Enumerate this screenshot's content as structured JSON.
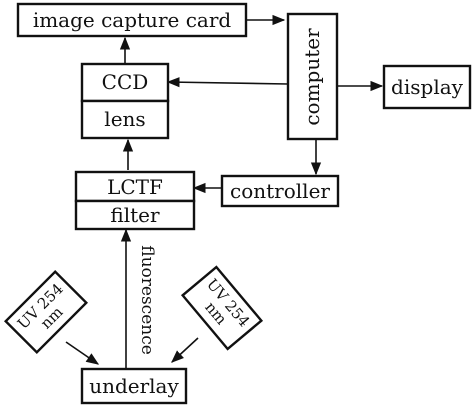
{
  "diagram": {
    "nodes": {
      "image_capture_card": "image capture card",
      "computer": "computer",
      "display": "display",
      "ccd": "CCD",
      "lens": "lens",
      "lctf": "LCTF",
      "filter": "filter",
      "controller": "controller",
      "uv_left": "UV 254 nm",
      "uv_right": "UV 254 nm",
      "underlay": "underlay"
    },
    "labels": {
      "fluorescence": "fluorescence"
    },
    "colors": {
      "stroke": "#111111",
      "background": "#ffffff"
    }
  }
}
